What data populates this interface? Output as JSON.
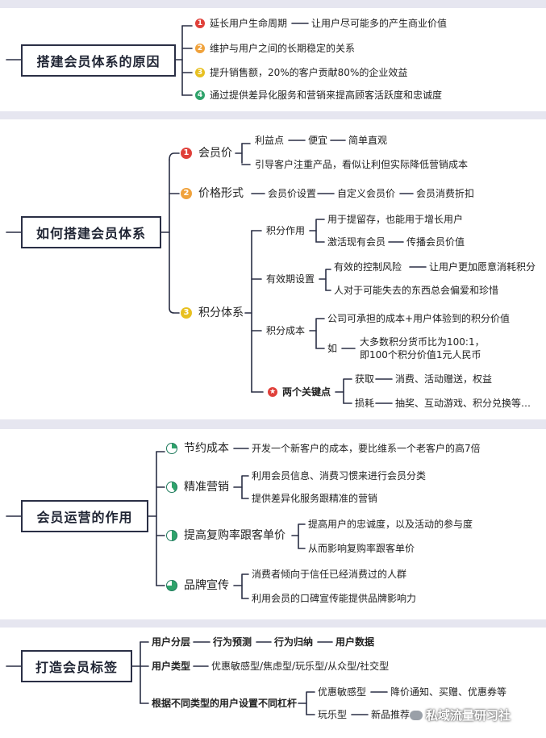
{
  "section1": {
    "root": "搭建会员体系的原因",
    "items": [
      {
        "marker": "1",
        "color": "#e0403a",
        "text": "延长用户生命周期",
        "sub": "让用户尽可能多的产生商业价值"
      },
      {
        "marker": "2",
        "color": "#f0a23c",
        "text": "维护与用户之间的长期稳定的关系"
      },
      {
        "marker": "3",
        "color": "#e8c020",
        "text": "提升销售额，20%的客户贡献80%的企业效益"
      },
      {
        "marker": "4",
        "color": "#2fa36b",
        "text": "通过提供差异化服务和营销来提高顾客活跃度和忠诚度"
      }
    ]
  },
  "section2": {
    "root": "如何搭建会员体系",
    "b1": {
      "marker": "1",
      "label": "会员价",
      "c1": "利益点",
      "c1a": "便宜",
      "c1b": "简单直观",
      "c2": "引导客户注重产品，看似让利但实际降低营销成本"
    },
    "b2": {
      "marker": "2",
      "label": "价格形式",
      "c1": "会员价设置",
      "c2": "自定义会员价",
      "c3": "会员消费折扣"
    },
    "b3": {
      "marker": "3",
      "label": "积分体系",
      "g1": {
        "label": "积分作用",
        "a": "用于提留存，也能用于增长用户",
        "b": "激活现有会员",
        "b2": "传播会员价值"
      },
      "g2": {
        "label": "有效期设置",
        "a": "有效的控制风险",
        "a2": "让用户更加愿意消耗积分",
        "b": "人对于可能失去的东西总会偏爱和珍惜"
      },
      "g3": {
        "label": "积分成本",
        "a": "公司可承担的成本+用户体验到的积分价值",
        "b": "如",
        "b1": "大多数积分货币比为100:1，",
        "b2": "即100个积分价值1元人民币"
      },
      "g4": {
        "label": "两个关键点",
        "a": "获取",
        "a2": "消费、活动赠送，权益",
        "b": "损耗",
        "b2": "抽奖、互动游戏、积分兑换等…"
      }
    }
  },
  "section3": {
    "root": "会员运营的作用",
    "items": [
      {
        "label": "节约成本",
        "sub": [
          "开发一个新客户的成本，要比维系一个老客户的高7倍"
        ]
      },
      {
        "label": "精准营销",
        "sub": [
          "利用会员信息、消费习惯来进行会员分类",
          "提供差异化服务跟精准的营销"
        ]
      },
      {
        "label": "提高复购率跟客单价",
        "sub": [
          "提高用户的忠诚度，以及活动的参与度",
          "从而影响复购率跟客单价"
        ]
      },
      {
        "label": "品牌宣传",
        "sub": [
          "消费者倾向于信任已经消费过的人群",
          "利用会员的口碑宣传能提供品牌影响力"
        ]
      }
    ]
  },
  "section4": {
    "root": "打造会员标签",
    "r1": {
      "label": "用户分层",
      "a": "行为预测",
      "b": "行为归纳",
      "c": "用户数据"
    },
    "r2": {
      "label": "用户类型",
      "a": "优惠敏感型/焦虑型/玩乐型/从众型/社交型"
    },
    "r3": {
      "label": "根据不同类型的用户设置不同杠杆",
      "a": "优惠敏感型",
      "a2": "降价通知、买赠、优惠券等",
      "b": "玩乐型",
      "b2": "新品推荐、"
    }
  },
  "watermark": "私域流量研习社",
  "colors": {
    "red": "#e0403a",
    "orange": "#f0a23c",
    "yellow": "#e8c020",
    "green": "#2fa36b",
    "line": "#2a2f45",
    "pie": "#1f7a5c"
  }
}
